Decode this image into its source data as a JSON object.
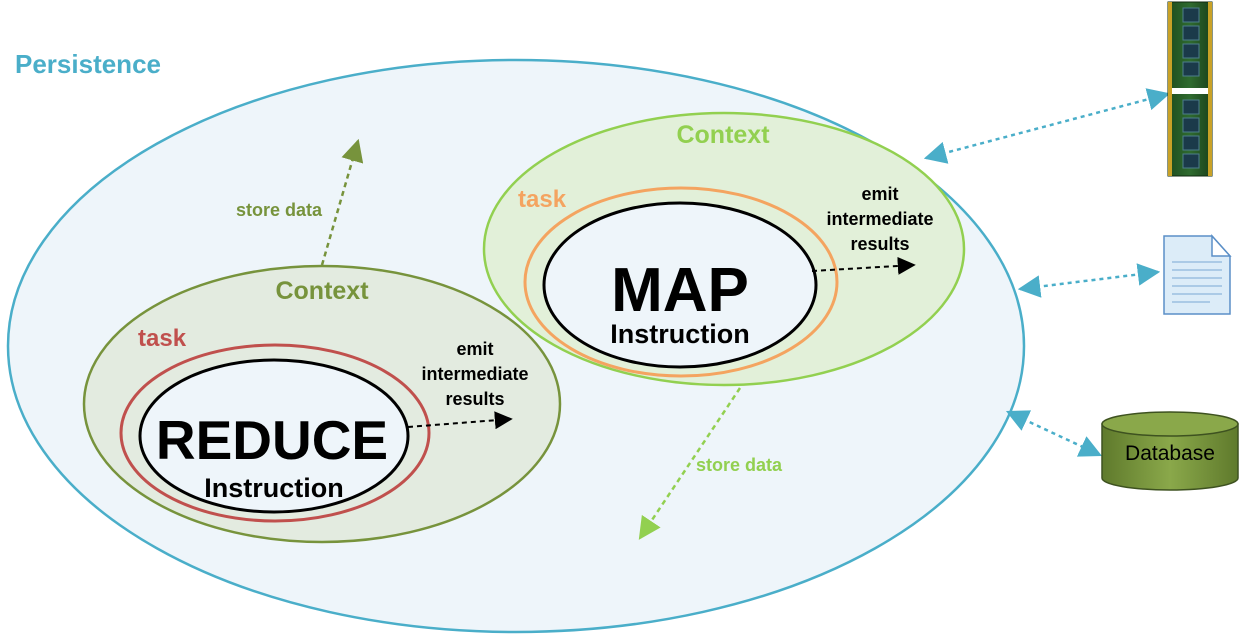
{
  "persistence": {
    "label": "Persistence"
  },
  "map_context": {
    "context_label": "Context",
    "task_label": "task",
    "instruction_title": "MAP",
    "instruction_subtitle": "Instruction",
    "emit_lines": [
      "emit",
      "intermediate",
      "results"
    ],
    "store_label": "store data"
  },
  "reduce_context": {
    "context_label": "Context",
    "task_label": "task",
    "instruction_title": "REDUCE",
    "instruction_subtitle": "Instruction",
    "emit_lines": [
      "emit",
      "intermediate",
      "results"
    ],
    "store_label": "store data"
  },
  "storage": {
    "memory_icon": "memory-module-icon",
    "file_icon": "document-file-icon",
    "database_label": "Database"
  },
  "colors": {
    "persistence": "#4aaec9",
    "persistence_fill": "#eef5fa",
    "map_context": "#92d050",
    "map_task": "#f4a460",
    "reduce_context": "#77933c",
    "reduce_task": "#c0504d",
    "database_fill": "#77933c"
  }
}
